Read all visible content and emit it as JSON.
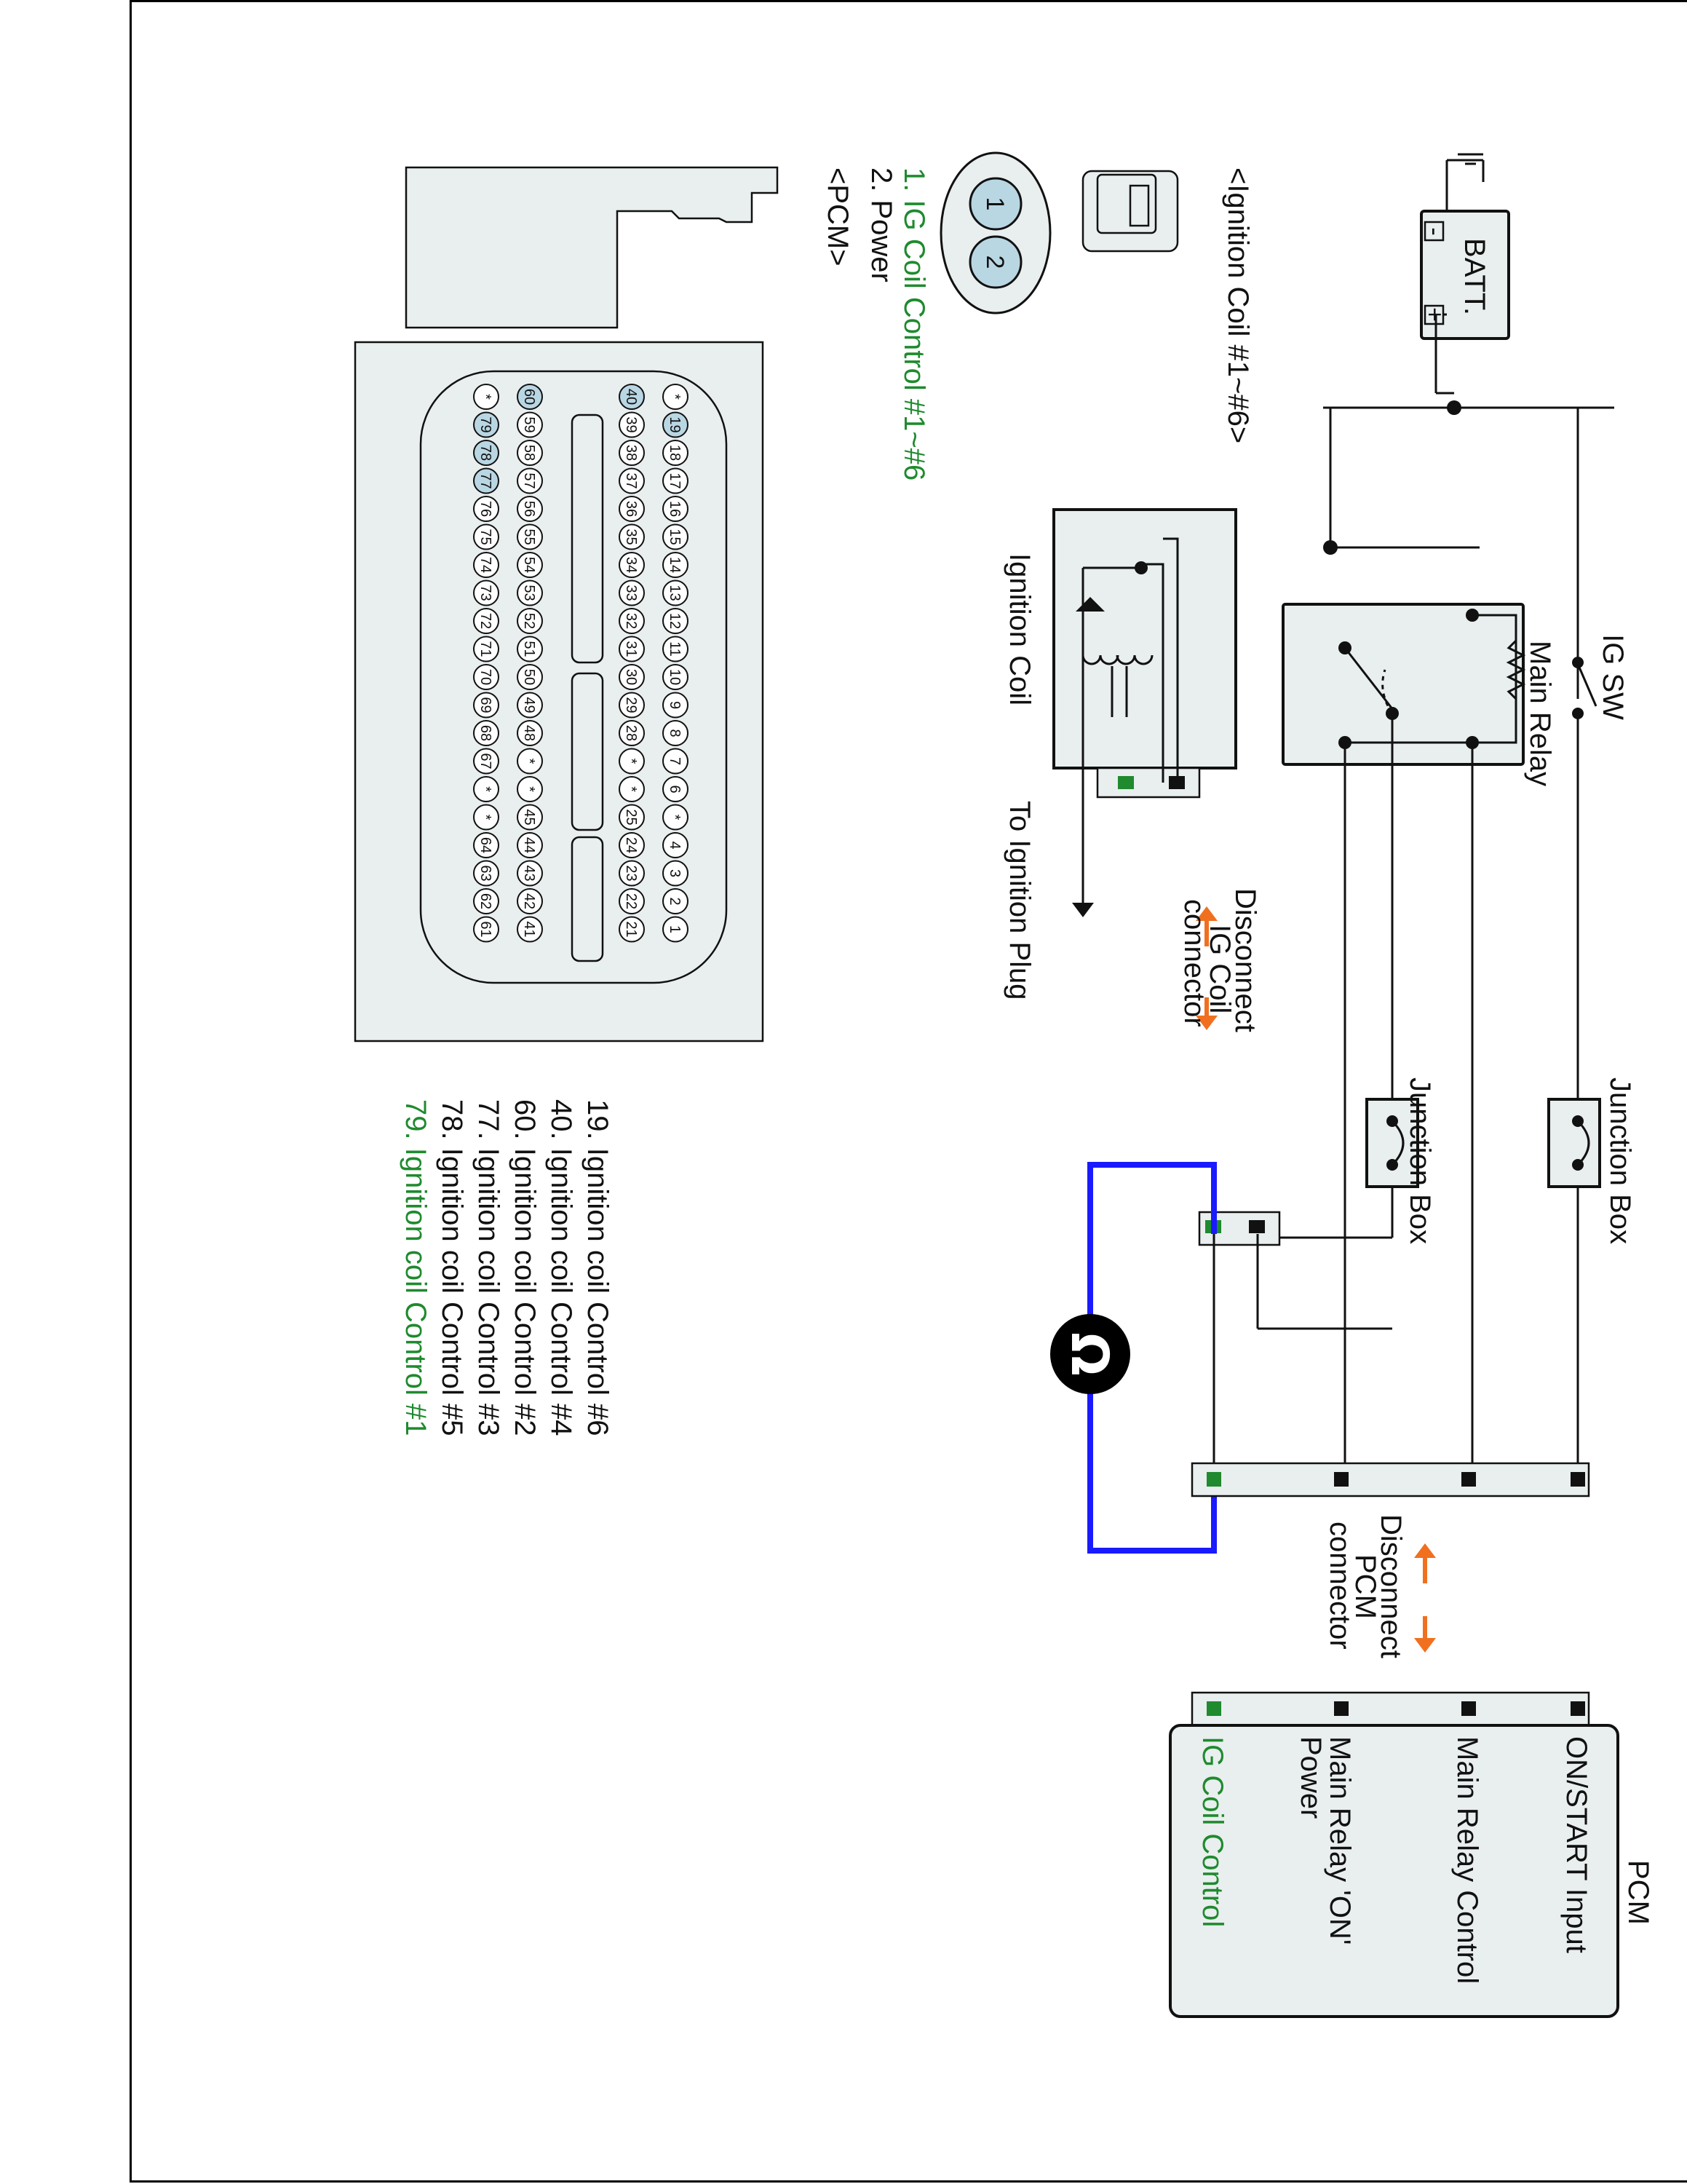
{
  "battery": {
    "label": "BATT.",
    "minus": "-",
    "plus": "+"
  },
  "ignition_switch": {
    "label": "IG SW"
  },
  "main_relay": {
    "label": "Main Relay"
  },
  "ignition_coil": {
    "label": "Ignition Coil",
    "to_plug": "To Ignition Plug"
  },
  "disconnect_coil": {
    "line1": "Disconnect",
    "line2": "IG Coil",
    "line3": "connector"
  },
  "disconnect_pcm": {
    "line1": "Disconnect",
    "line2": "PCM",
    "line3": "connector"
  },
  "junction_box_1": {
    "label": "Junction Box"
  },
  "junction_box_2": {
    "label": "Junction Box"
  },
  "pcm_box": {
    "title": "PCM",
    "signals": [
      {
        "text": "ON/START Input",
        "green": false
      },
      {
        "text": "Main Relay Control",
        "green": false
      },
      {
        "text": "Main Relay 'ON'",
        "green": false
      },
      {
        "text": "Power",
        "green": false
      },
      {
        "text": "IG Coil Control",
        "green": true
      }
    ]
  },
  "coil_connector": {
    "title": "<Ignition Coil #1~#6>",
    "pin1": "1",
    "pin2": "2",
    "legend": [
      {
        "text": "1. IG Coil  Control #1~#6",
        "green": true
      },
      {
        "text": "2. Power",
        "green": false
      }
    ]
  },
  "pcm_connector": {
    "title": "<PCM>",
    "row1": [
      "*",
      "19",
      "18",
      "17",
      "16",
      "15",
      "14",
      "13",
      "12",
      "11",
      "10",
      "9",
      "8",
      "7",
      "6",
      "*",
      "4",
      "3",
      "2",
      "1"
    ],
    "row2": [
      "40",
      "39",
      "38",
      "37",
      "36",
      "35",
      "34",
      "33",
      "32",
      "31",
      "30",
      "29",
      "28",
      "*",
      "*",
      "25",
      "24",
      "23",
      "22",
      "21"
    ],
    "row3": [
      "60",
      "59",
      "58",
      "57",
      "56",
      "55",
      "54",
      "53",
      "52",
      "51",
      "50",
      "49",
      "48",
      "*",
      "*",
      "45",
      "44",
      "43",
      "42",
      "41"
    ],
    "row4": [
      "*",
      "79",
      "78",
      "77",
      "76",
      "75",
      "74",
      "73",
      "72",
      "71",
      "70",
      "69",
      "68",
      "67",
      "*",
      "*",
      "64",
      "63",
      "62",
      "61"
    ],
    "highlighted": [
      "19",
      "40",
      "60",
      "79",
      "78",
      "77"
    ]
  },
  "pin_legend": [
    {
      "text": "19. Ignition coil Control #6",
      "green": false
    },
    {
      "text": "40. Ignition coil Control #4",
      "green": false
    },
    {
      "text": "60. Ignition coil Control #2",
      "green": false
    },
    {
      "text": "77. Ignition coil Control #3",
      "green": false
    },
    {
      "text": "78. Ignition coil Control #5",
      "green": false
    },
    {
      "text": "79. Ignition coil Control #1",
      "green": true
    }
  ],
  "meter": {
    "symbol": "Ω",
    "icon": "ohmmeter-icon"
  },
  "colors": {
    "accent_green": "#1f8a2e",
    "probe_blue": "#1a1aff",
    "arrow_orange": "#f07020",
    "highlight": "#b9d6e3"
  }
}
